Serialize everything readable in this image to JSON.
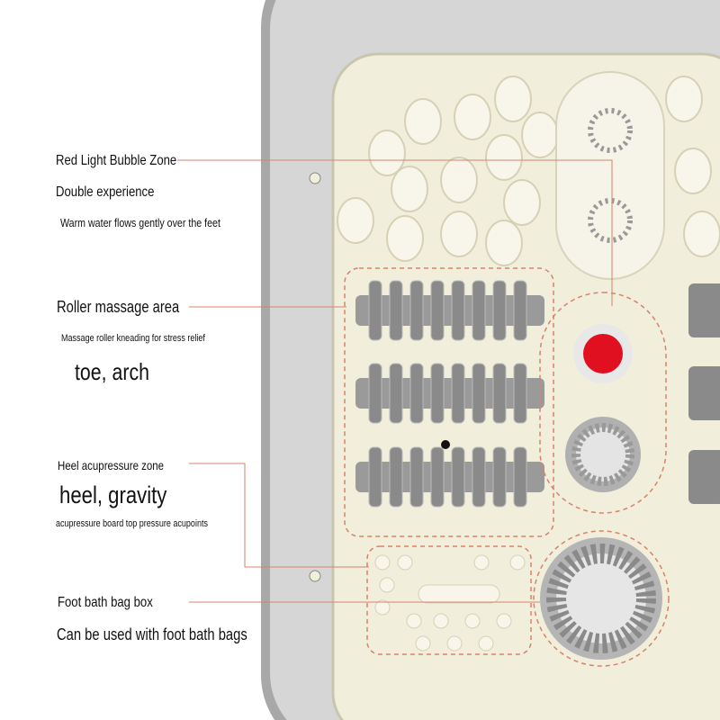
{
  "annotations": {
    "red_light": {
      "title": "Red Light Bubble Zone",
      "subtitle": "Double experience",
      "detail": "Warm water flows gently over the feet"
    },
    "roller": {
      "title": "Roller massage area",
      "detail": "Massage roller kneading for stress relief",
      "highlight": "toe, arch"
    },
    "heel": {
      "title": "Heel acupressure zone",
      "highlight": "heel, gravity",
      "detail": "acupressure board top pressure acupoints"
    },
    "bag_box": {
      "title": "Foot bath bag box",
      "detail": "Can be used with foot bath bags"
    }
  },
  "colors": {
    "leader_line": "#d9826a",
    "tub_gray": "#9a9a9a",
    "basin_cream": "#f1eedc",
    "roller_gray": "#8c8c8c",
    "red_light": "#e01020"
  }
}
